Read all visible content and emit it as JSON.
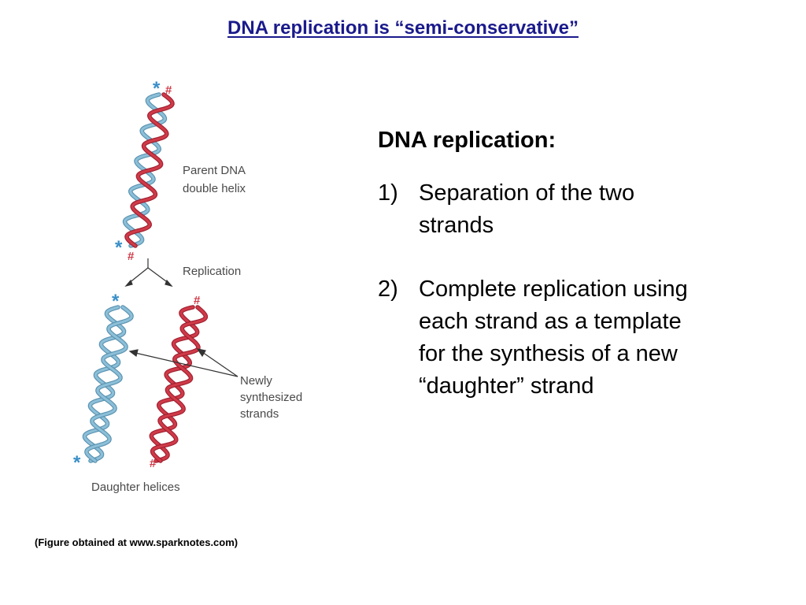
{
  "slide": {
    "title": "DNA replication is “semi-conservative”"
  },
  "figure": {
    "labels": {
      "parent_line1": "Parent DNA",
      "parent_line2": "double helix",
      "replication": "Replication",
      "newly_line1": "Newly",
      "newly_line2": "synthesized",
      "newly_line3": "strands",
      "daughter": "Daughter helices"
    },
    "marks": {
      "star": "*",
      "hash": "#"
    },
    "colors": {
      "blue_strand": "#8cbfd8",
      "blue_strand_edge": "#5a92b0",
      "red_strand": "#d03a48",
      "red_strand_edge": "#9e2030",
      "star_color": "#3a8fc8",
      "hash_color": "#d03a48",
      "arrow_color": "#333333"
    }
  },
  "panel": {
    "heading": "DNA replication:",
    "steps": [
      {
        "num": "1)",
        "lines": [
          "Separation of the two",
          "strands"
        ]
      },
      {
        "num": "2)",
        "lines": [
          "Complete replication using",
          "each strand as a template",
          "for the synthesis of a new",
          "“daughter” strand"
        ]
      }
    ]
  },
  "source_note": "(Figure obtained at www.sparknotes.com)"
}
